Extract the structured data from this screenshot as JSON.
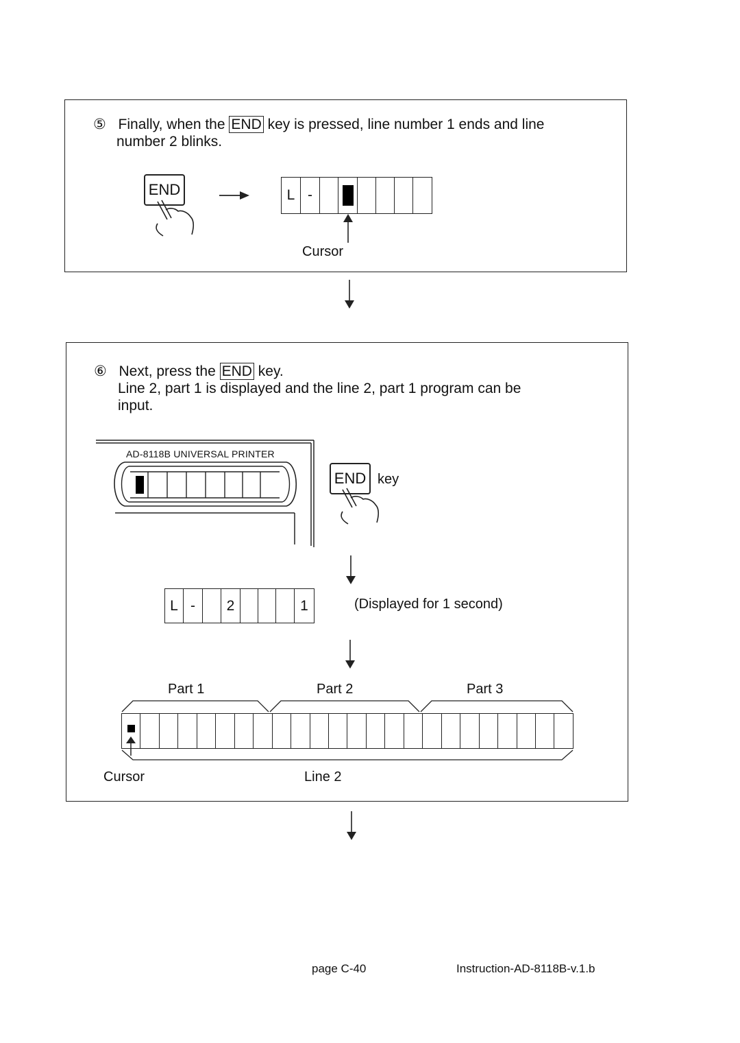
{
  "step5": {
    "marker": "⑤",
    "text_a": "Finally, when the",
    "key": "END",
    "text_b": "key is pressed, line number 1 ends and line",
    "text_c": "number 2 blinks.",
    "key_label": "END",
    "lcd": [
      "L",
      "-",
      "",
      "■",
      "",
      "",
      "",
      ""
    ],
    "cursor_label": "Cursor"
  },
  "step6": {
    "marker": "⑥",
    "text_a": "Next, press the",
    "key": "END",
    "text_b": "key.",
    "line2": "Line  2, part 1 is displayed and the line 2, part 1 program can be",
    "line3": "input.",
    "printer_label": "AD-8118B UNIVERSAL PRINTER",
    "key_label": "END",
    "key_word": "key",
    "lcd": [
      "L",
      "-",
      "",
      "2",
      "",
      "",
      "",
      "1"
    ],
    "displayed_note": "(Displayed for 1 second)",
    "part_labels": [
      "Part 1",
      "Part 2",
      "Part 3"
    ],
    "cursor_label": "Cursor",
    "line_label": "Line 2"
  },
  "footer": {
    "page": "page C-40",
    "doc": "Instruction-AD-8118B-v.1.b"
  }
}
